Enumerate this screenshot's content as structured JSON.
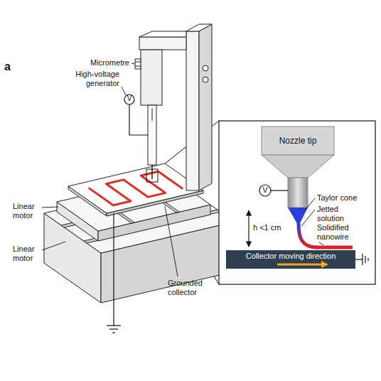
{
  "diagram": {
    "nodes": [
      {
        "text": [
          "Nozzle tip"
        ]
      },
      {
        "text": [
          "Collector moving direction"
        ]
      }
    ],
    "labels": [
      "a",
      "Micrometre",
      "High-voltage generator",
      "V",
      "Linear motor",
      "Linear motor",
      "Grounded collector",
      "V",
      "Taylor cone",
      "Jetted solution",
      "Solidified nanowire",
      "h <1 cm"
    ]
  }
}
